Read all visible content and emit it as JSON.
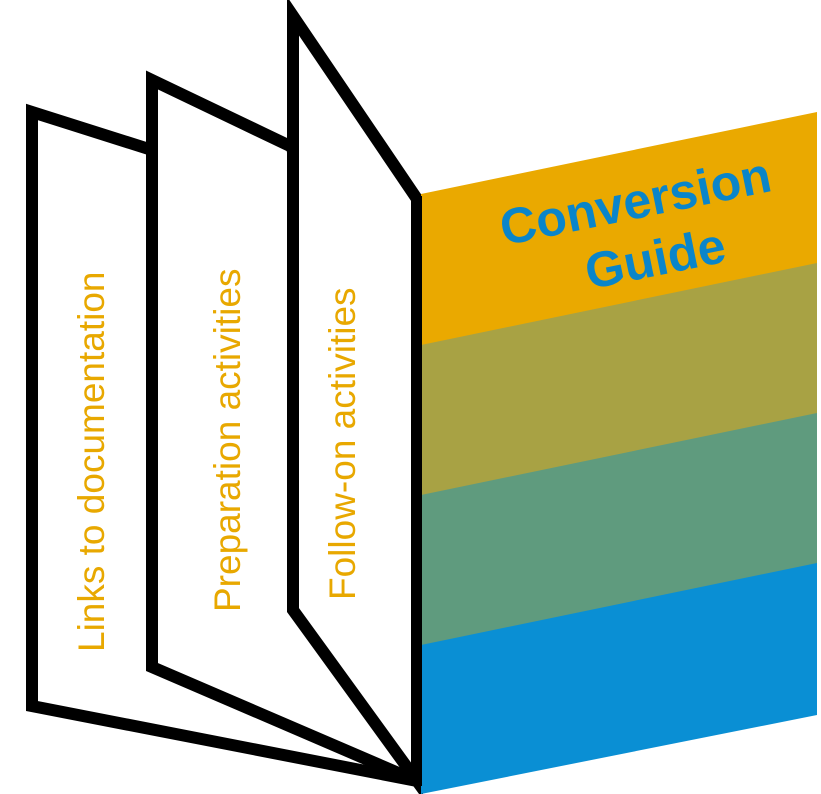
{
  "pages": [
    {
      "label": "Links to documentation"
    },
    {
      "label": "Preparation activities"
    },
    {
      "label": "Follow-on activities"
    }
  ],
  "cover": {
    "title_line1": "Conversion",
    "title_line2": "Guide"
  },
  "colors": {
    "page_text": "#e8a800",
    "title_text": "#0a85c9",
    "band_1": "#eaa900",
    "band_2": "#a8a244",
    "band_3": "#5f9b7e",
    "band_4": "#0a8fd4",
    "outline": "#000000"
  }
}
